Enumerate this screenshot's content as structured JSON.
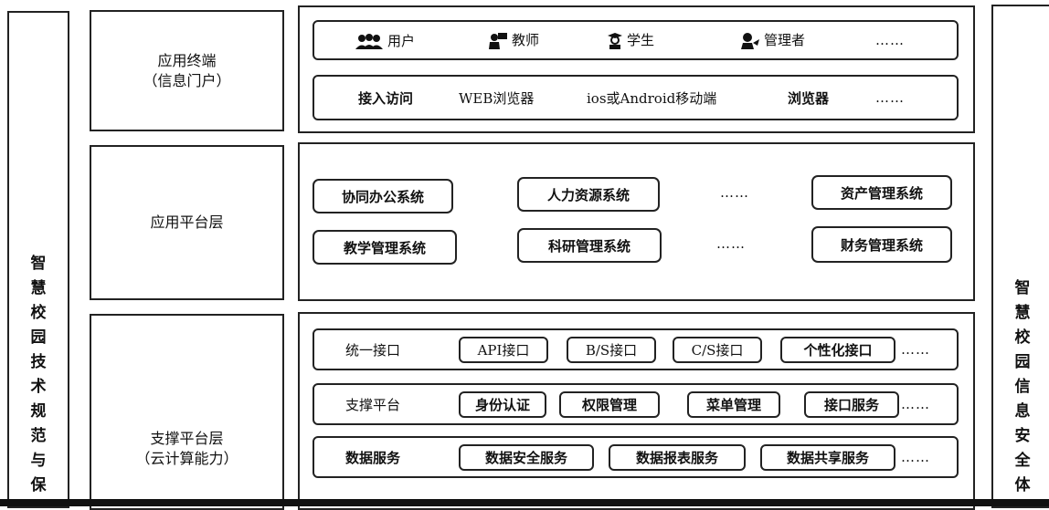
{
  "left_side_label": [
    "智",
    "慧",
    "校",
    "园",
    "技",
    "术",
    "规",
    "范",
    "与",
    "保"
  ],
  "right_side_label": [
    "智",
    "慧",
    "校",
    "园",
    "信",
    "息",
    "安",
    "全",
    "体"
  ],
  "layers": {
    "terminal": {
      "label_line1": "应用终端",
      "label_line2": "（信息门户）",
      "users_row": {
        "items": [
          {
            "icon": "users-icon",
            "label": "用户"
          },
          {
            "icon": "teacher-icon",
            "label": "教师"
          },
          {
            "icon": "student-icon",
            "label": "学生"
          },
          {
            "icon": "admin-icon",
            "label": "管理者"
          }
        ],
        "more": "……"
      },
      "access_row": {
        "items": [
          "接入访问",
          "WEB浏览器",
          "ios或Android移动端",
          "浏览器"
        ],
        "more": "……"
      }
    },
    "platform": {
      "label": "应用平台层",
      "systems_row1": [
        "协同办公系统",
        "人力资源系统",
        "资产管理系统"
      ],
      "systems_row2": [
        "教学管理系统",
        "科研管理系统",
        "财务管理系统"
      ],
      "more": "……"
    },
    "support": {
      "label_line1": "支撑平台层",
      "label_line2": "（云计算能力）",
      "rows": [
        {
          "title": "统一接口",
          "items": [
            "API接口",
            "B/S接口",
            "C/S接口",
            "个性化接口"
          ],
          "more": "……"
        },
        {
          "title": "支撑平台",
          "items": [
            "身份认证",
            "权限管理",
            "菜单管理",
            "接口服务"
          ],
          "more": "……"
        },
        {
          "title": "数据服务",
          "items": [
            "数据安全服务",
            "数据报表服务",
            "数据共享服务"
          ],
          "more": "……"
        }
      ]
    }
  }
}
